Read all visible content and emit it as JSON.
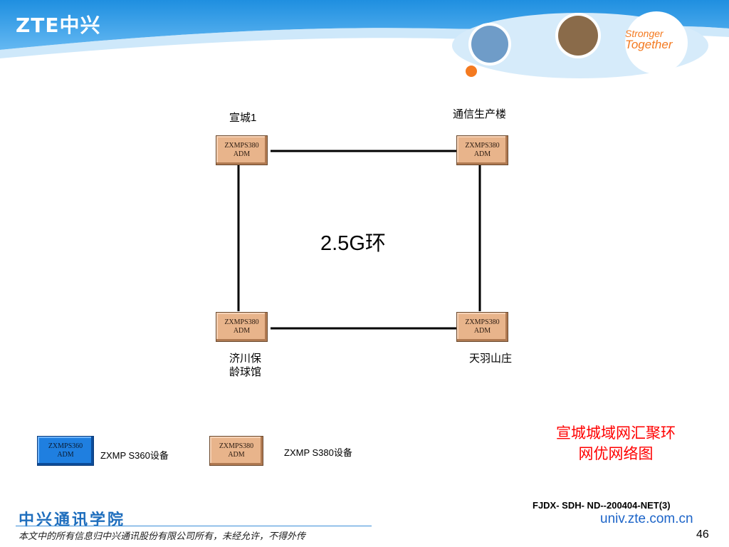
{
  "header": {
    "logo_text": "ZTE中兴",
    "slogan_line1": "Stronger",
    "slogan_line2": "Together",
    "colors": {
      "band": "#1f8fe0",
      "band_light": "#9fd2f7",
      "accent": "#f47a20"
    }
  },
  "network": {
    "ring_label": "2.5G环",
    "nodes": [
      {
        "line1": "ZXMPS380",
        "line2": "ADM",
        "site": "宣城1"
      },
      {
        "line1": "ZXMPS380",
        "line2": "ADM",
        "site": "通信生产楼"
      },
      {
        "line1": "ZXMPS380",
        "line2": "ADM",
        "site_line1": "济川保",
        "site_line2": "龄球馆"
      },
      {
        "line1": "ZXMPS380",
        "line2": "ADM",
        "site": "天羽山庄"
      }
    ]
  },
  "legend": {
    "items": [
      {
        "line1": "ZXMPS360",
        "line2": "ADM",
        "text": "ZXMP S360设备",
        "color": "#1f7fe0"
      },
      {
        "line1": "ZXMPS380",
        "line2": "ADM",
        "text": "ZXMP S380设备",
        "color": "#e8b48b"
      }
    ]
  },
  "diagram_title": {
    "line1": "宣城城域网汇聚环",
    "line2": "网优网络图"
  },
  "footer": {
    "ref": "FJDX- SDH- ND--200404-NET(3)",
    "url": "univ.zte.com.cn",
    "page": "46",
    "academy": "中兴通讯学院",
    "copyright": "本文中的所有信息归中兴通讯股份有限公司所有，未经允许，不得外传"
  }
}
